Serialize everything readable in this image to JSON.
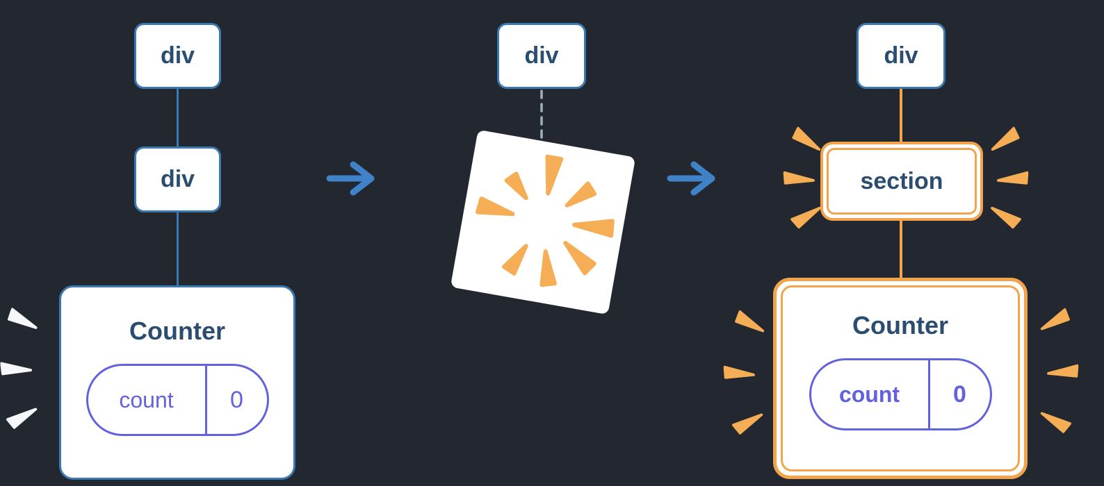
{
  "colors": {
    "background": "#23272f",
    "node_background": "#ffffff",
    "node_border_blue": "#3b79b3",
    "label_navy": "#2a4d70",
    "arrow_blue": "#4082c8",
    "state_indigo": "#6262df",
    "highlight_orange": "#f2a44c",
    "burst_orange": "#f5ae55",
    "burst_white": "#f5f7fa",
    "dashed_connector_gray": "#9fb0bf"
  },
  "icons": {
    "arrow_right": "→",
    "poof_burst": "✹",
    "emphasis_ray": "–"
  },
  "panels": {
    "before": {
      "root_label": "div",
      "child_label": "div",
      "component": {
        "title": "Counter",
        "state_key": "count",
        "state_value": "0"
      }
    },
    "transition": {
      "root_label": "div"
    },
    "after": {
      "root_label": "div",
      "section_label": "section",
      "component": {
        "title": "Counter",
        "state_key": "count",
        "state_value": "0"
      }
    }
  }
}
